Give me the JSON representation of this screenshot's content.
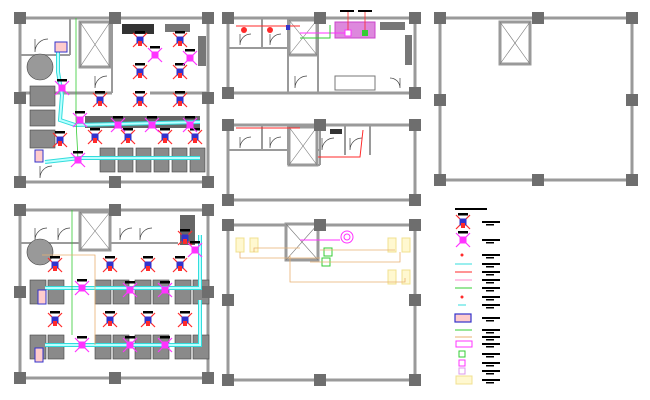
{
  "colors": {
    "background": "#ffffff",
    "wall": "#9a9a9a",
    "column": "#6e6e6e",
    "furniture": "#555555",
    "ac_unit_red": "#ff2a2a",
    "ac_unit_magenta": "#ff33ff",
    "unit_body_blue": "#3333cc",
    "duct_cyan": "#33dddd",
    "pipe_green": "#33cc33",
    "pipe_orange": "#e8b070",
    "pipe_pink": "#ff88cc",
    "label_black": "#000000",
    "yellow_box": "#f0e090"
  },
  "drawing": {
    "plans": [
      "plan-ground-floor",
      "plan-first-floor",
      "plan-upper-floor-a",
      "plan-upper-floor-b",
      "plan-roof-services",
      "plan-roof"
    ],
    "legend_items": [
      "cassette-unit-blue",
      "cassette-unit-magenta",
      "red-point",
      "cyan-line",
      "red-line",
      "pink-line",
      "green-line",
      "red-dot",
      "cyan-hook",
      "outdoor-unit",
      "green-line-2",
      "orange-line",
      "magenta-rect",
      "green-square",
      "magenta-square",
      "pink-square",
      "yellow-rect"
    ]
  }
}
